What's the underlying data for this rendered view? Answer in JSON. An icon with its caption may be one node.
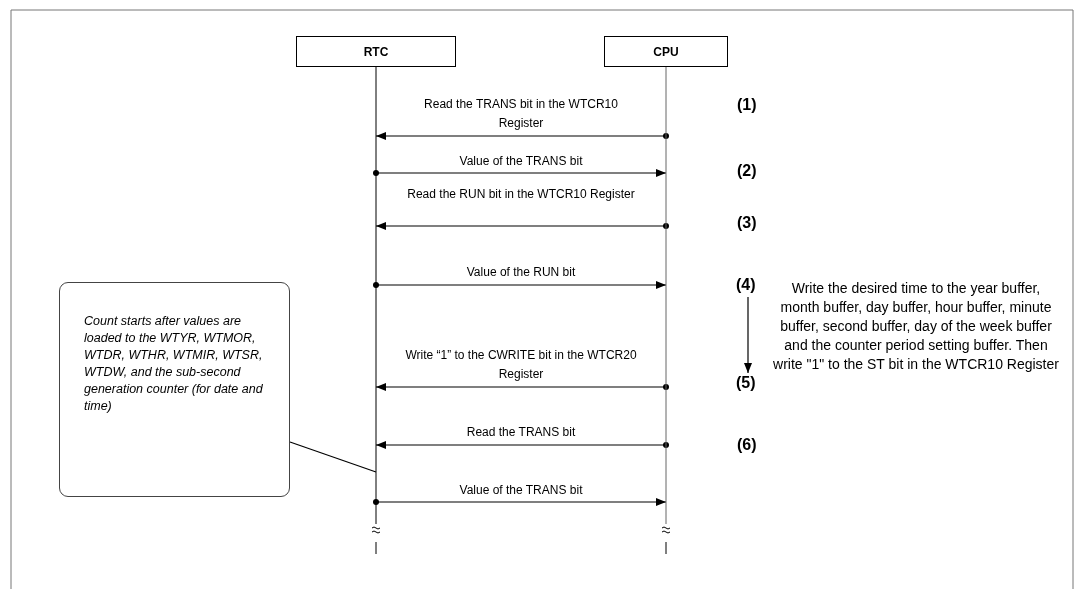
{
  "diagram": {
    "nodes": [
      {
        "text": [
          "RTC"
        ]
      },
      {
        "text": [
          "CPU"
        ]
      },
      {
        "text": [
          "(4)"
        ]
      },
      {
        "text": [
          "(5)"
        ]
      },
      {
        "text": [
          "Count starts after values are loaded to the WTYR, WTMOR, WTDR, WTHR, WTMIR, WTSR, WTDW, and the sub-second generation counter (for date and time)"
        ]
      }
    ],
    "edges": [
      {
        "from": 1,
        "to": 0,
        "arrow": "to",
        "label": "Read the TRANS bit in the WTCR10 Register"
      },
      {
        "from": 0,
        "to": 1,
        "arrow": "to",
        "label": "Value of the TRANS bit"
      },
      {
        "from": 1,
        "to": 0,
        "arrow": "to",
        "label": "Read the RUN bit in the WTCR10 Register"
      },
      {
        "from": 0,
        "to": 1,
        "arrow": "to",
        "label": "Value of the RUN bit"
      },
      {
        "from": 1,
        "to": 0,
        "arrow": "to",
        "label": "Write “1” to the CWRITE bit in the WTCR20 Register"
      },
      {
        "from": 1,
        "to": 0,
        "arrow": "to",
        "label": "Read the TRANS bit"
      },
      {
        "from": 0,
        "to": 1,
        "arrow": "to",
        "label": "Value of the TRANS bit"
      },
      {
        "from": 2,
        "to": 3,
        "arrow": "to"
      },
      {
        "from": 4,
        "to": 0,
        "arrow": "none"
      }
    ],
    "labels": [
      "(1)",
      "(2)",
      "(3)",
      "(6)",
      "Write the desired time to the year buffer, month buffer, day buffer, hour buffer, minute buffer, second buffer, day of the week buffer and the counter period setting buffer. Then write \"1\" to the ST bit in the WTCR10 Register"
    ]
  }
}
